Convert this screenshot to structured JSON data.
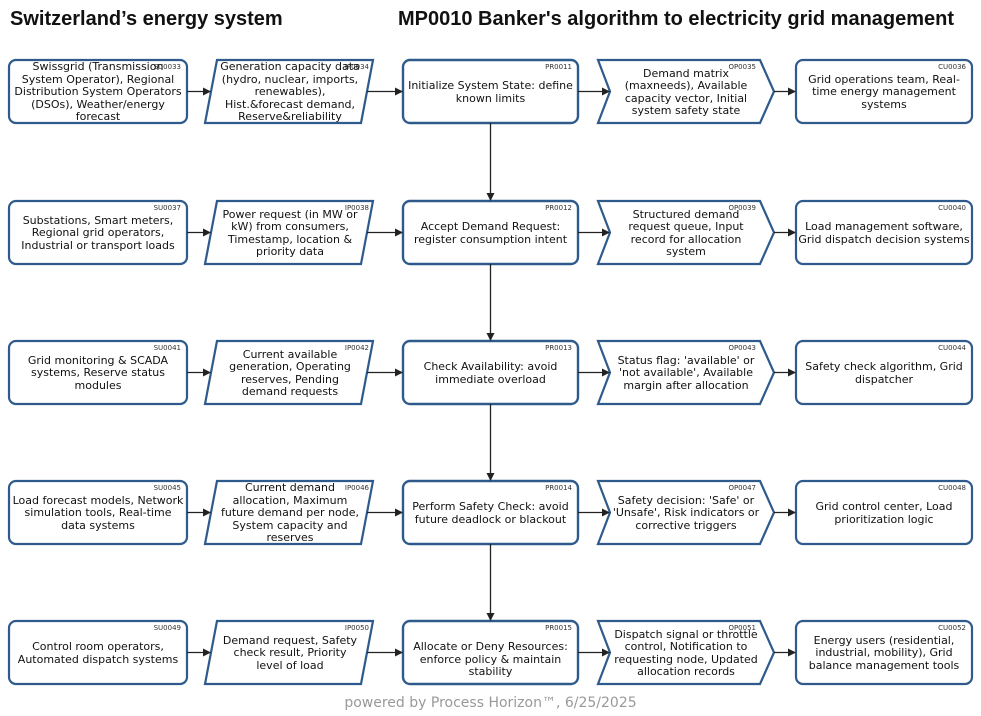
{
  "header": {
    "left_title": "Switzerland’s energy system",
    "right_title": "MP0010 Banker's algorithm to electricity grid management"
  },
  "rows": [
    {
      "supplier": {
        "id": "SU0033",
        "text": "Swissgrid (Transmission System Operator), Regional Distribution System Operators (DSOs), Weather/energy forecast"
      },
      "input": {
        "id": "IP0034",
        "text": "Generation capacity data (hydro, nuclear, imports, renewables), Hist.&forecast demand, Reserve&reliability"
      },
      "process": {
        "id": "PR0011",
        "text": "Initialize System State: define known limits"
      },
      "output": {
        "id": "OP0035",
        "text": "Demand matrix (maxneeds), Available capacity vector, Initial system safety state"
      },
      "customer": {
        "id": "CU0036",
        "text": "Grid operations team, Real-time energy management systems"
      }
    },
    {
      "supplier": {
        "id": "SU0037",
        "text": "Substations, Smart meters, Regional grid operators, Industrial or transport loads"
      },
      "input": {
        "id": "IP0038",
        "text": "Power request (in MW or kW) from consumers, Timestamp, location & priority data"
      },
      "process": {
        "id": "PR0012",
        "text": "Accept Demand Request: register consumption intent"
      },
      "output": {
        "id": "OP0039",
        "text": "Structured demand request queue, Input record for allocation system"
      },
      "customer": {
        "id": "CU0040",
        "text": "Load management software, Grid dispatch decision systems"
      }
    },
    {
      "supplier": {
        "id": "SU0041",
        "text": "Grid monitoring & SCADA systems, Reserve status modules"
      },
      "input": {
        "id": "IP0042",
        "text": "Current available generation, Operating reserves, Pending demand requests"
      },
      "process": {
        "id": "PR0013",
        "text": "Check Availability: avoid immediate overload"
      },
      "output": {
        "id": "OP0043",
        "text": "Status flag: 'available' or 'not available', Available margin after allocation"
      },
      "customer": {
        "id": "CU0044",
        "text": "Safety check algorithm, Grid dispatcher"
      }
    },
    {
      "supplier": {
        "id": "SU0045",
        "text": "Load forecast models, Network simulation tools, Real-time data systems"
      },
      "input": {
        "id": "IP0046",
        "text": "Current demand allocation, Maximum future demand per node, System capacity and reserves"
      },
      "process": {
        "id": "PR0014",
        "text": "Perform Safety Check: avoid future deadlock or blackout"
      },
      "output": {
        "id": "OP0047",
        "text": "Safety decision: 'Safe' or 'Unsafe', Risk indicators or corrective triggers"
      },
      "customer": {
        "id": "CU0048",
        "text": "Grid control center, Load prioritization logic"
      }
    },
    {
      "supplier": {
        "id": "SU0049",
        "text": "Control room operators, Automated dispatch systems"
      },
      "input": {
        "id": "IP0050",
        "text": "Demand request, Safety check result, Priority level of load"
      },
      "process": {
        "id": "PR0015",
        "text": "Allocate or Deny Resources: enforce policy & maintain stability"
      },
      "output": {
        "id": "OP0051",
        "text": "Dispatch signal or throttle control, Notification to requesting node, Updated allocation records"
      },
      "customer": {
        "id": "CU0052",
        "text": "Energy users (residential, industrial, mobility), Grid balance management tools"
      }
    }
  ],
  "footer": "powered by Process Horizon™, 6/25/2025",
  "colors": {
    "stroke": "#2e5b8c",
    "arrow": "#222222",
    "footer": "#999999"
  }
}
